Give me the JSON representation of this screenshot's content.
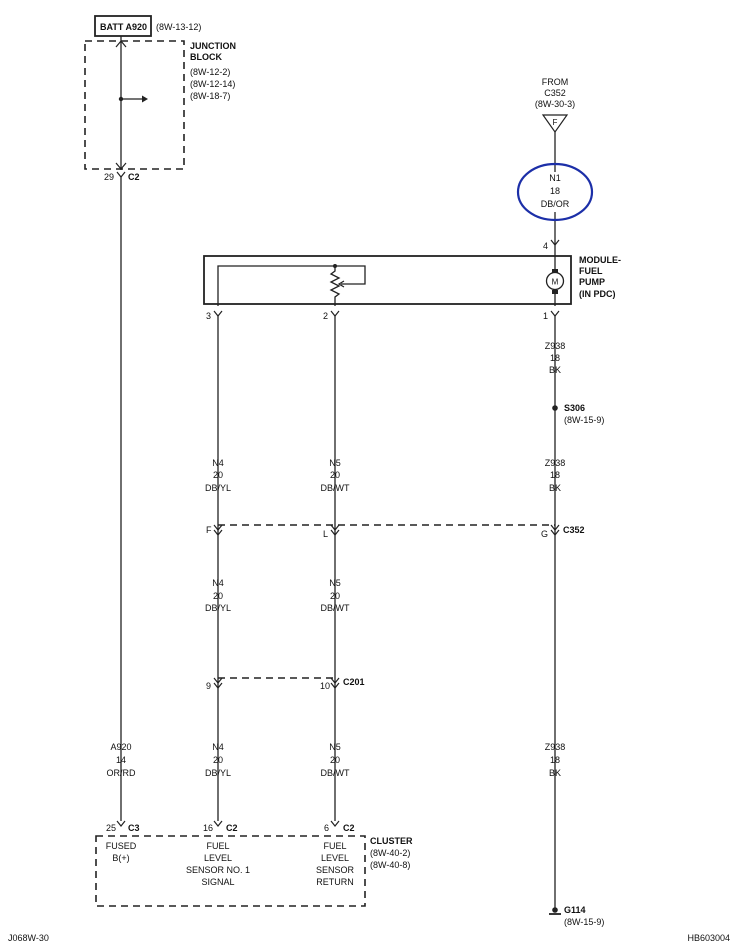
{
  "batt": {
    "label": "BATT A920",
    "ref": "(8W-13-12)"
  },
  "junction_block": {
    "line1": "JUNCTION",
    "line2": "BLOCK",
    "refs": [
      "(8W-12-2)",
      "(8W-12-14)",
      "(8W-18-7)"
    ]
  },
  "jb_out": {
    "pin": "29",
    "conn": "C2"
  },
  "from_c352": {
    "line1": "FROM",
    "line2": "C352",
    "ref": "(8W-30-3)",
    "flag": "F"
  },
  "n1_wire": {
    "circuit": "N1",
    "gauge": "18",
    "color": "DB/OR"
  },
  "module_pins": {
    "top": "4",
    "left": "3",
    "mid": "2",
    "right": "1"
  },
  "motor": {
    "symbol": "M"
  },
  "module_label": [
    "MODULE-",
    "FUEL",
    "PUMP",
    "(IN PDC)"
  ],
  "z938_top": {
    "circuit": "Z938",
    "gauge": "18",
    "color": "BK"
  },
  "s306": {
    "label": "S306",
    "ref": "(8W-15-9)"
  },
  "z938_mid": {
    "circuit": "Z938",
    "gauge": "18",
    "color": "BK"
  },
  "n4_top": {
    "circuit": "N4",
    "gauge": "20",
    "color": "DB/YL"
  },
  "n5_top": {
    "circuit": "N5",
    "gauge": "20",
    "color": "DB/WT"
  },
  "c352": {
    "pin_left": "F",
    "pin_mid": "L",
    "pin_right": "G",
    "label": "C352"
  },
  "n4_mid": {
    "circuit": "N4",
    "gauge": "20",
    "color": "DB/YL"
  },
  "n5_mid": {
    "circuit": "N5",
    "gauge": "20",
    "color": "DB/WT"
  },
  "c201": {
    "pin_left": "9",
    "pin_right": "10",
    "label": "C201"
  },
  "a920": {
    "circuit": "A920",
    "gauge": "14",
    "color": "OR/RD"
  },
  "n4_bot": {
    "circuit": "N4",
    "gauge": "20",
    "color": "DB/YL"
  },
  "n5_bot": {
    "circuit": "N5",
    "gauge": "20",
    "color": "DB/WT"
  },
  "z938_bot": {
    "circuit": "Z938",
    "gauge": "18",
    "color": "BK"
  },
  "cluster_pins": [
    {
      "pin": "25",
      "conn": "C3"
    },
    {
      "pin": "16",
      "conn": "C2"
    },
    {
      "pin": "6",
      "conn": "C2"
    }
  ],
  "cluster": {
    "label": "CLUSTER",
    "refs": [
      "(8W-40-2)",
      "(8W-40-8)"
    ],
    "fused": [
      "FUSED",
      "B(+)"
    ],
    "signal": [
      "FUEL",
      "LEVEL",
      "SENSOR NO. 1",
      "SIGNAL"
    ],
    "return": [
      "FUEL",
      "LEVEL",
      "SENSOR",
      "RETURN"
    ]
  },
  "g114": {
    "label": "G114",
    "ref": "(8W-15-9)"
  },
  "footer": {
    "left": "J068W-30",
    "right": "HB603004"
  },
  "colors": {
    "ink": "#222222",
    "highlight": "#1c2fa8"
  }
}
